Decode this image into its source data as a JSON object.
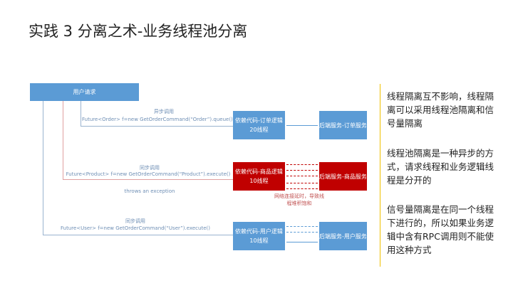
{
  "title": "实践 3 分离之术-业务线程池分离",
  "user_request": "用户请求",
  "flows": [
    {
      "mode": "异步调用",
      "code": "Future<Order> f=new GetOrderCommand(“Order”).queue()",
      "dep": "依赖代码-订单逻辑",
      "threads": "20线程",
      "backend": "后端服务-订单服务"
    },
    {
      "mode": "同步调用",
      "code": "Future<Product> f=new GetOrderCommand(“Product”).execute()",
      "dep": "依赖代码-商品逻辑",
      "threads": "10线程",
      "backend": "后端服务-商品服务",
      "exception": "throws an exception",
      "note1": "网络连接延时，导致线",
      "note2": "程堆积饱和"
    },
    {
      "mode": "同步调用",
      "code": "Future<User> f=new GetOrderCommand(“User”).execute()",
      "dep": "依赖代码-用户逻辑",
      "threads": "10线程",
      "backend": "后端服务-用户服务"
    }
  ],
  "side": [
    "线程隔离互不影响，线程隔离可以采用线程池隔离和信号量隔离",
    "线程池隔离是一种异步的方式，请求线程和业务逻辑线程是分开的",
    "信号量隔离是在同一个线程下进行的，所以如果业务逻辑中含有RPC调用则不能使用这种方式"
  ],
  "colors": {
    "blue": "#5b9bd5",
    "red": "#c00000",
    "accent": "#f0c000"
  }
}
